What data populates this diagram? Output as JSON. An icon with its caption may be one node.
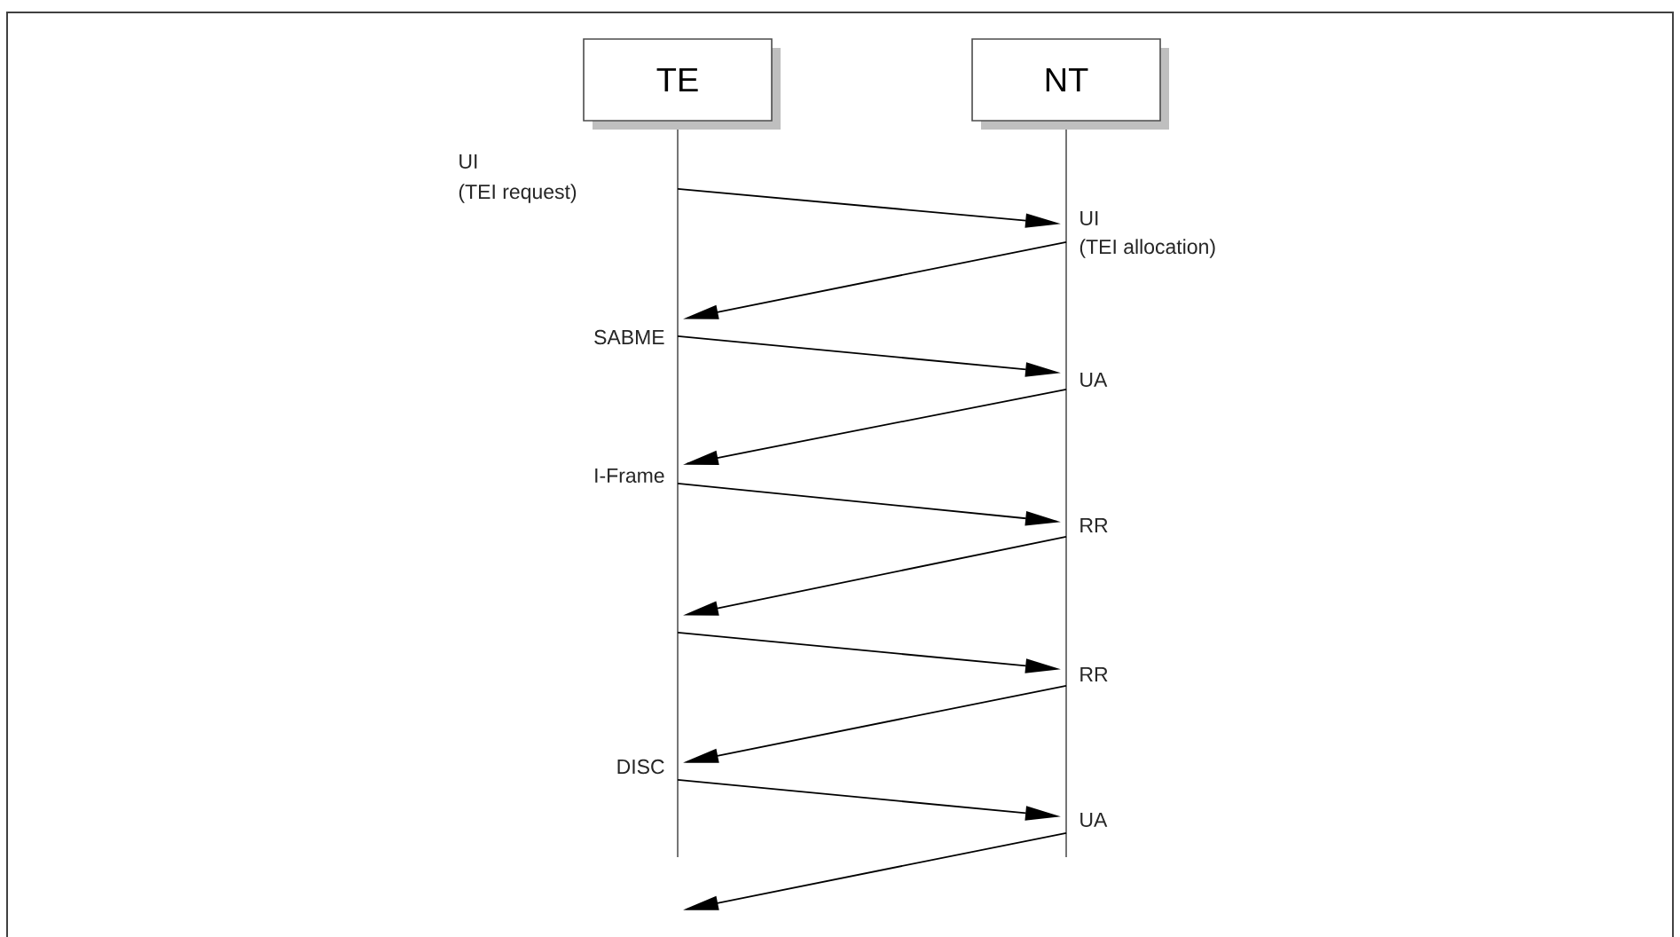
{
  "diagram": {
    "nodes": [
      {
        "text": [
          "TE"
        ]
      },
      {
        "text": [
          "NT"
        ]
      }
    ],
    "edges": [
      {
        "from": 0,
        "to": 1,
        "arrow": "to"
      },
      {
        "from": 1,
        "to": 0,
        "arrow": "to"
      },
      {
        "from": 0,
        "to": 1,
        "arrow": "to"
      },
      {
        "from": 1,
        "to": 0,
        "arrow": "to"
      },
      {
        "from": 0,
        "to": 1,
        "arrow": "to"
      },
      {
        "from": 1,
        "to": 0,
        "arrow": "to"
      },
      {
        "from": 0,
        "to": 1,
        "arrow": "to"
      },
      {
        "from": 1,
        "to": 0,
        "arrow": "to"
      },
      {
        "from": 0,
        "to": 1,
        "arrow": "to"
      },
      {
        "from": 1,
        "to": 0,
        "arrow": "to"
      }
    ],
    "labels": [
      "UI",
      "(TEI request)",
      "UI",
      "(TEI allocation)",
      "SABME",
      "UA",
      "I-Frame",
      "RR",
      "RR",
      "DISC",
      "UA"
    ]
  }
}
